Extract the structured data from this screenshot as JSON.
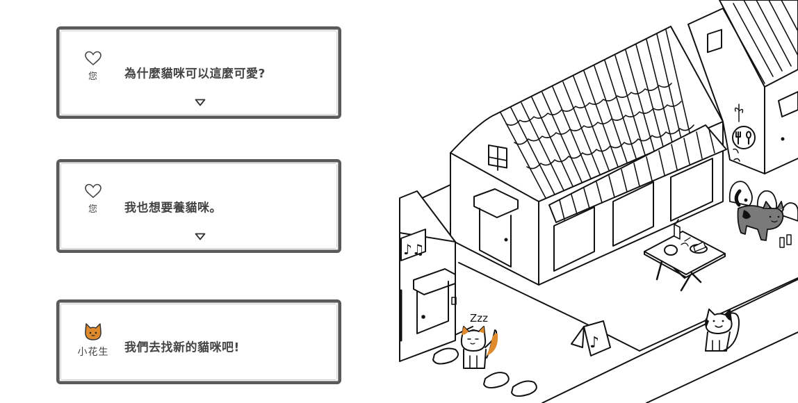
{
  "dialogs": [
    {
      "speaker": {
        "name": "您",
        "icon": "heart-outline-icon"
      },
      "message": "為什麼貓咪可以這麼可愛?",
      "has_continue_arrow": true,
      "continue_icon": "triangle-down-outline-icon"
    },
    {
      "speaker": {
        "name": "您",
        "icon": "heart-outline-icon"
      },
      "message": "我也想要養貓咪。",
      "has_continue_arrow": true,
      "continue_icon": "triangle-down-outline-icon"
    },
    {
      "speaker": {
        "name": "小花生",
        "icon": "orange-cat-face-icon"
      },
      "message": "我們去找新的貓咪吧!",
      "has_continue_arrow": false
    }
  ],
  "scene": {
    "description": "Isometric line-art street with houses, a café awning, outdoor table, and cats",
    "sleeping_cat_text": "Zzz",
    "signs": [
      "music-note-sign",
      "music-notes-wall-sign",
      "fork-spoon-cafe-sign"
    ],
    "cats": [
      "sleeping-calico-cat",
      "white-black-spotted-cat",
      "gray-black-cat"
    ]
  },
  "colors": {
    "dialog_border": "#5a5a5a",
    "text": "#444444",
    "cat_orange": "#e08a2e",
    "cat_gray": "#7a7a7a",
    "line": "#111111"
  }
}
